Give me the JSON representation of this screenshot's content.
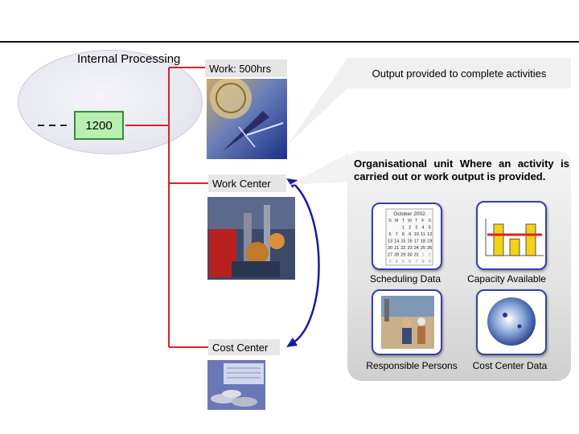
{
  "internal_processing_label": "Internal Processing",
  "node_id": "1200",
  "work_header": "Work: 500hrs",
  "work_center_header": "Work Center",
  "cost_center_header": "Cost Center",
  "output_callout": "Output provided to complete activities",
  "org_unit_text": "Organisational unit Where an activity is carried out or work output is provided.",
  "calendar": {
    "month": "October 2002",
    "weekdays": [
      "S",
      "M",
      "T",
      "W",
      "T",
      "F",
      "S"
    ],
    "rows": [
      [
        "",
        "",
        "1",
        "2",
        "3",
        "4",
        "5"
      ],
      [
        "6",
        "7",
        "8",
        "9",
        "10",
        "11",
        "12"
      ],
      [
        "13",
        "14",
        "15",
        "16",
        "17",
        "18",
        "19"
      ],
      [
        "20",
        "21",
        "22",
        "23",
        "24",
        "25",
        "26"
      ],
      [
        "27",
        "28",
        "29",
        "30",
        "31",
        "1",
        "2"
      ],
      [
        "3",
        "4",
        "5",
        "6",
        "7",
        "8",
        "9"
      ]
    ]
  },
  "cards": {
    "scheduling": "Scheduling Data",
    "capacity": "Capacity Available",
    "responsible": "Responsible Persons",
    "cost_center_data": "Cost Center Data"
  },
  "capacity_bars": [
    0.85,
    0.45,
    0.85
  ],
  "colors": {
    "connector": "#e02020",
    "arrow": "#1a1aa6",
    "card_border": "#3a3fa8",
    "node_fill": "#b8f0b0",
    "node_border": "#3a8a3a",
    "bar_fill": "#f2d21a"
  }
}
